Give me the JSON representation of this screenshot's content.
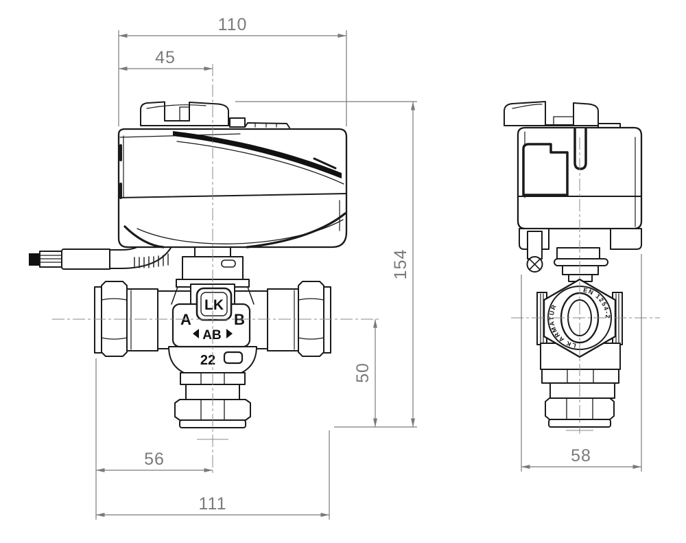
{
  "colors": {
    "line": "#1a1a1a",
    "dimension": "#7a7a7a",
    "background": "#ffffff"
  },
  "dimensions": {
    "actuator_width": "110",
    "actuator_center_offset": "45",
    "overall_height": "154",
    "port_to_bottom": "50",
    "left_port_to_center": "56",
    "valve_width": "111",
    "depth": "58"
  },
  "valve_labels": {
    "brand": "LK",
    "port_a": "A",
    "port_b": "B",
    "port_ab": "AB",
    "connection_size": "22"
  },
  "side_labels": {
    "ring_left": "LK ARMATUR",
    "ring_right": "EN 1254-2"
  }
}
